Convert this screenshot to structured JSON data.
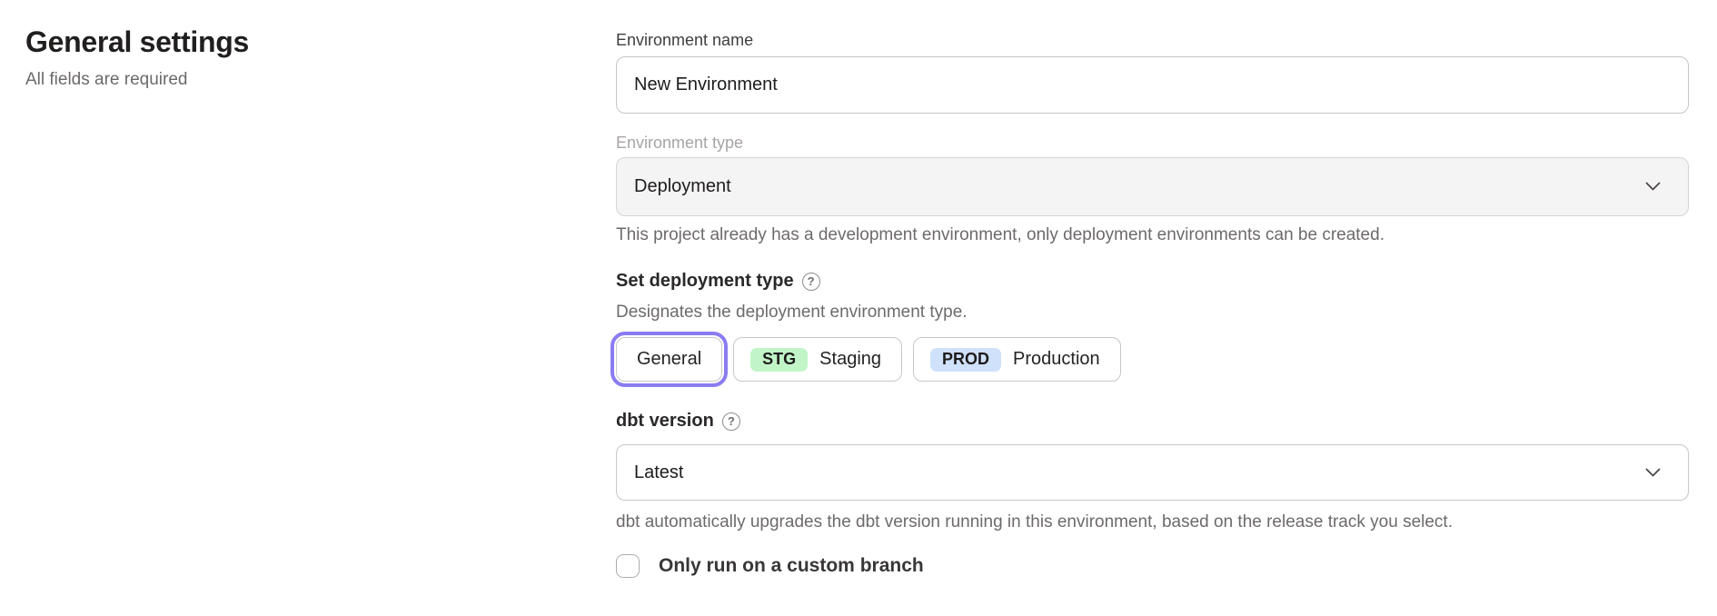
{
  "page": {
    "title": "General settings",
    "subtitle": "All fields are required"
  },
  "form": {
    "environment_name": {
      "label": "Environment name",
      "value": "New Environment"
    },
    "environment_type": {
      "label": "Environment type",
      "value": "Deployment",
      "disabled": true,
      "helper": "This project already has a development environment, only deployment environments can be created."
    },
    "deployment_type": {
      "label": "Set deployment type",
      "help_glyph": "?",
      "helper": "Designates the deployment environment type.",
      "options": [
        {
          "label": "General",
          "badge": "",
          "selected": true
        },
        {
          "label": "Staging",
          "badge": "STG",
          "selected": false
        },
        {
          "label": "Production",
          "badge": "PROD",
          "selected": false
        }
      ]
    },
    "dbt_version": {
      "label": "dbt version",
      "help_glyph": "?",
      "value": "Latest",
      "helper": "dbt automatically upgrades the dbt version running in this environment, based on the release track you select."
    },
    "custom_branch": {
      "label": "Only run on a custom branch",
      "checked": false
    }
  },
  "colors": {
    "accent_ring": "#8a7cf0",
    "staging_badge": "#c1f5c7",
    "production_badge": "#cfe1fb",
    "disabled_field_bg": "#f5f4f5"
  },
  "icons": {
    "chevron_down": "chevron-down-icon",
    "help": "help-circle-icon"
  }
}
